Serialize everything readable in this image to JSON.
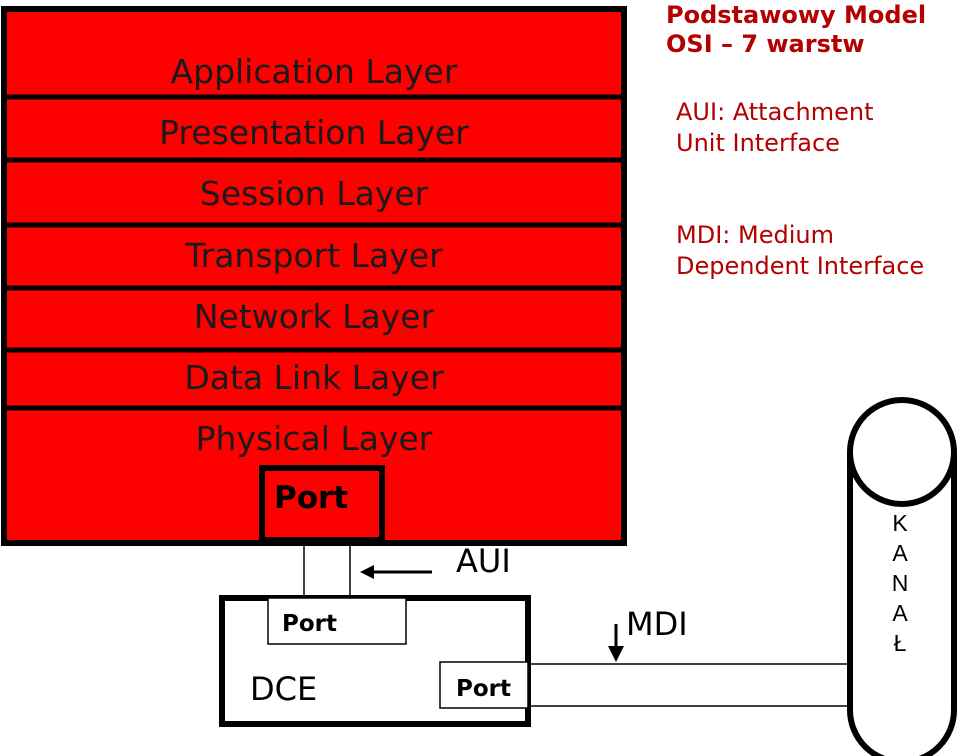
{
  "osi_stack": {
    "layers": [
      "Application Layer",
      "Presentation Layer",
      "Session Layer",
      "Transport Layer",
      "Network Layer",
      "Data Link Layer",
      "Physical Layer"
    ],
    "port_label": "Port",
    "fill_color": "#ff0000"
  },
  "heading": {
    "line1": "Podstawowy Model",
    "line2": "OSI – 7 warstw"
  },
  "definitions": {
    "aui_line1": "AUI: Attachment",
    "aui_line2": "Unit Interface",
    "mdi_line1": "MDI: Medium",
    "mdi_line2": "Dependent Interface"
  },
  "connections": {
    "aui_label": "AUI",
    "mdi_label": "MDI"
  },
  "dce": {
    "label": "DCE",
    "port_top": "Port",
    "port_bottom": "Port"
  },
  "channel": {
    "letters": [
      "K",
      "A",
      "N",
      "A",
      "Ł"
    ]
  }
}
